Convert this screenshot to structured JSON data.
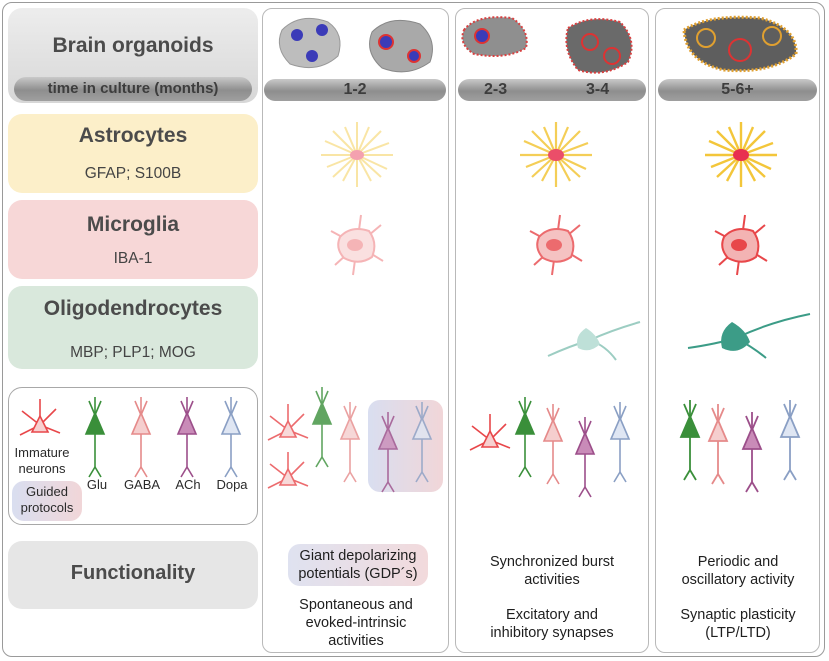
{
  "left": {
    "organoids": {
      "title": "Brain organoids",
      "subtitle": "time in culture (months)"
    },
    "astrocytes": {
      "title": "Astrocytes",
      "markers": "GFAP; S100B"
    },
    "microglia": {
      "title": "Microglia",
      "markers": "IBA-1"
    },
    "oligodendrocytes": {
      "title": "Oligodendrocytes",
      "markers": "MBP; PLP1; MOG"
    },
    "neurons": {
      "immature_line1": "Immature",
      "immature_line2": "neurons",
      "glu": "Glu",
      "gaba": "GABA",
      "ach": "ACh",
      "dopa": "Dopa",
      "guided_line1": "Guided",
      "guided_line2": "protocols"
    },
    "functionality": "Functionality"
  },
  "stages": [
    {
      "label": "1-2"
    },
    {
      "label": "2-3",
      "label_b": "3-4"
    },
    {
      "label": "5-6+"
    }
  ],
  "functionality": {
    "col1": {
      "gdp_line1": "Giant depolarizing",
      "gdp_line2": "potentials (GDP´s)",
      "spont_line1": "Spontaneous and",
      "spont_line2": "evoked-intrinsic",
      "spont_line3": "activities"
    },
    "col2": {
      "burst_line1": "Synchronized burst",
      "burst_line2": "activities",
      "syn_line1": "Excitatory and",
      "syn_line2": "inhibitory synapses"
    },
    "col3": {
      "per_line1": "Periodic and",
      "per_line2": "oscillatory activity",
      "plast_line1": "Synaptic plasticity",
      "plast_line2": "(LTP/LTD)"
    }
  },
  "colors": {
    "astrocyte_bg": "#fcefc9",
    "microglia_bg": "#f7d7d7",
    "oligo_bg": "#d9e8dc",
    "neutral_bg": "#e6e6e6",
    "astrocyte": "#f3c63a",
    "microglia": "#e8474a",
    "oligo": "#3c9c87",
    "glu": "#3a8f3a",
    "gaba": "#e58a8a",
    "ach": "#9c4f8a",
    "dopa": "#8a9fc4"
  }
}
